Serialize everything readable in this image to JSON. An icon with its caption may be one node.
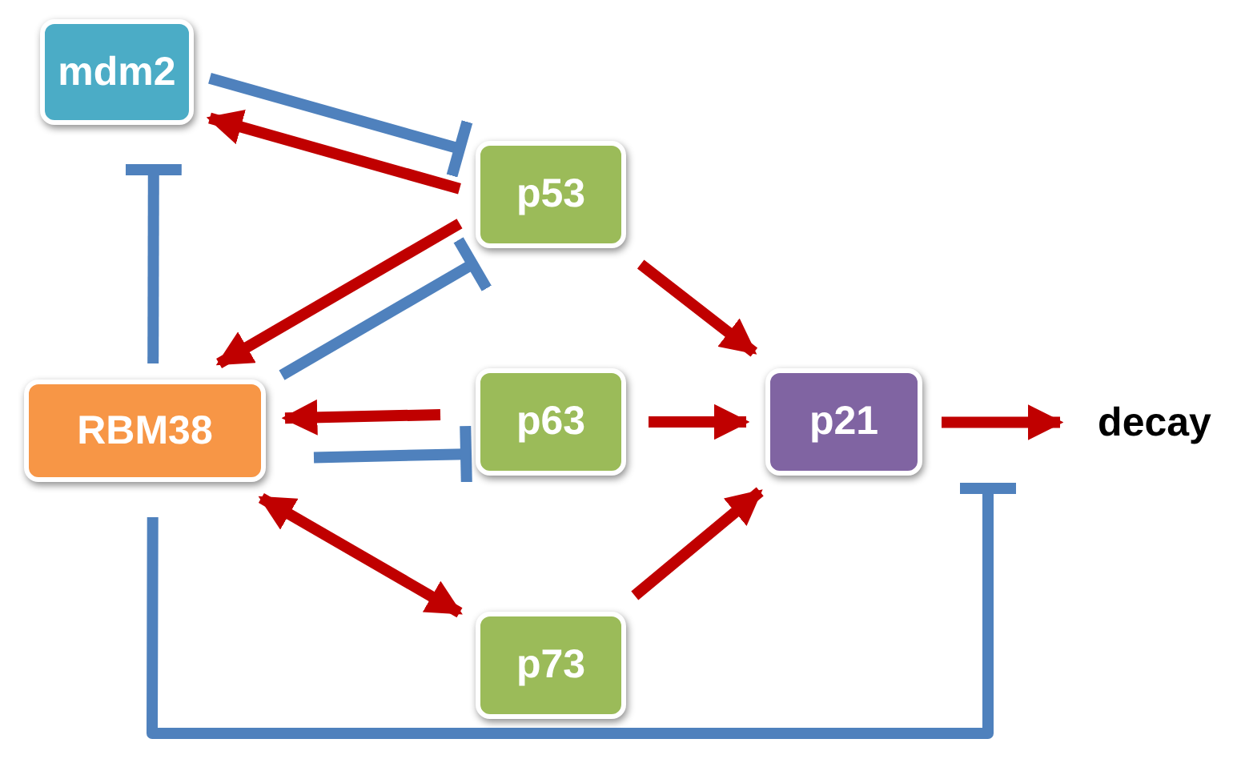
{
  "diagram": {
    "nodes": [
      {
        "text": [
          "mdm2"
        ]
      },
      {
        "text": [
          "p53"
        ]
      },
      {
        "text": [
          "RBM38"
        ]
      },
      {
        "text": [
          "p63"
        ]
      },
      {
        "text": [
          "p21"
        ]
      },
      {
        "text": [
          "decay"
        ]
      },
      {
        "text": [
          "p73"
        ]
      }
    ],
    "edges": [
      {
        "from": 1,
        "to": 0,
        "arrow": "to"
      },
      {
        "from": 0,
        "to": 1,
        "arrow": "other",
        "color": "#4f81bd"
      },
      {
        "from": 2,
        "to": 0,
        "arrow": "other",
        "color": "#4f81bd"
      },
      {
        "from": 1,
        "to": 2,
        "arrow": "to"
      },
      {
        "from": 2,
        "to": 1,
        "arrow": "other",
        "color": "#4f81bd"
      },
      {
        "from": 1,
        "to": 4,
        "arrow": "to"
      },
      {
        "from": 3,
        "to": 2,
        "arrow": "to"
      },
      {
        "from": 2,
        "to": 3,
        "arrow": "other",
        "color": "#4f81bd"
      },
      {
        "from": 3,
        "to": 4,
        "arrow": "to"
      },
      {
        "from": 2,
        "to": 6,
        "arrow": "both"
      },
      {
        "from": 6,
        "to": 4,
        "arrow": "to"
      },
      {
        "from": 4,
        "to": 5,
        "arrow": "to"
      },
      {
        "from": 2,
        "to": 4,
        "arrow": "other",
        "color": "#4f81bd"
      }
    ]
  }
}
